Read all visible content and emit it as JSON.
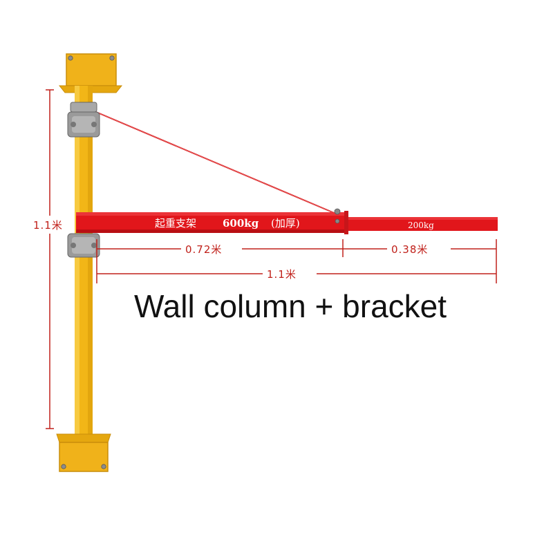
{
  "colors": {
    "column": "#f2b617",
    "arm": "#e1161b",
    "dimension": "#c0201a",
    "clamp": "#9a9a9a"
  },
  "dimensions": {
    "column_height": "1.1米",
    "inner_span": "0.72米",
    "outer_span": "0.38米",
    "total_span": "1.1米"
  },
  "arm_label": {
    "cn_text": "起重支架",
    "capacity": "600kg",
    "note": "(加厚)",
    "extension_capacity": "200kg"
  },
  "caption": "Wall column + bracket"
}
